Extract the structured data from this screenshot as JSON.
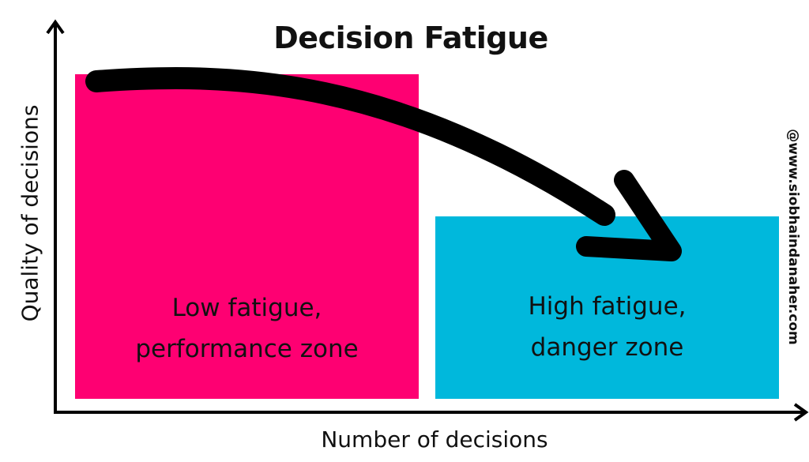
{
  "title": "Decision Fatigue",
  "colors": {
    "low_zone": "#fe0072",
    "high_zone": "#00b8dc",
    "ink": "#000000"
  },
  "zones": {
    "low": {
      "line1": "Low fatigue,",
      "line2": "performance zone"
    },
    "high": {
      "line1": "High fatigue,",
      "line2": "danger zone"
    }
  },
  "axes": {
    "x_label": "Number of decisions",
    "y_label": "Quality of decisions"
  },
  "watermark": "@www.siobhaindanaher.com"
}
